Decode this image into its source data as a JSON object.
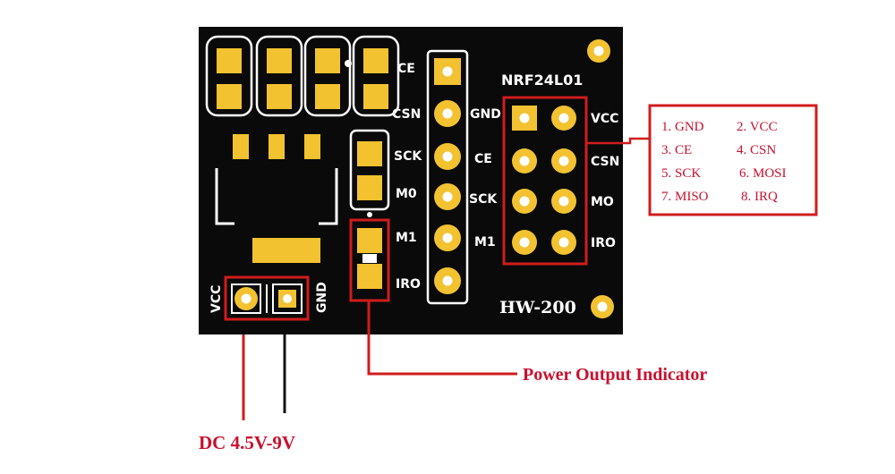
{
  "board": {
    "model": "HW-200",
    "module_name": "NRF24L01",
    "left_labels": [
      "CE",
      "CSN",
      "SCK",
      "M0",
      "M1",
      "IRO"
    ],
    "header_labels": [
      "GND",
      "CE",
      "SCK",
      "M1"
    ],
    "socket_right_labels": [
      "VCC",
      "CSN",
      "MO",
      "IRO"
    ],
    "power_labels": {
      "vcc": "VCC",
      "gnd": "GND"
    }
  },
  "pin_legend": [
    "1. GND",
    "2. VCC",
    "3. CE",
    "4. CSN",
    "5. SCK",
    "6. MOSI",
    "7. MISO",
    "8. IRQ"
  ],
  "annotations": {
    "power_indicator": "Power Output Indicator",
    "dc_input": "DC 4.5V-9V"
  },
  "colors": {
    "pcb": "#0a0a0a",
    "pad": "#f2c230",
    "silkscreen": "#ffffff",
    "highlight": "#d01c1c",
    "wire_positive": "#d01c1c",
    "wire_ground": "#111111"
  }
}
